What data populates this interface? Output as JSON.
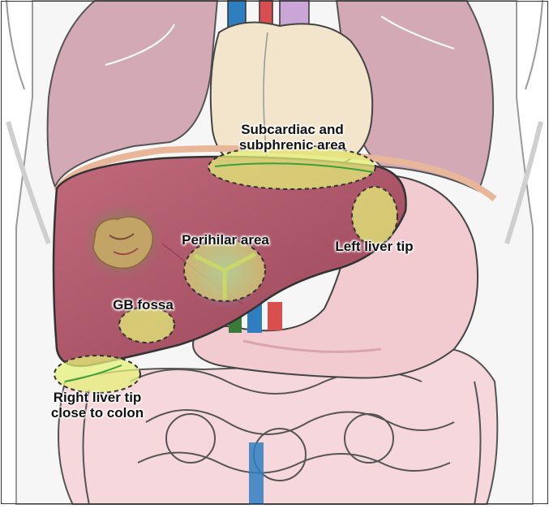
{
  "labels": {
    "subcardiac": [
      "Subcardiac and",
      "subphrenic area"
    ],
    "perihilar": "Perihilar area",
    "left_liver_tip": "Left liver tip",
    "gb_fossa": "GB fossa",
    "right_liver_tip": [
      "Right liver tip",
      "close to colon"
    ]
  },
  "colors": {
    "liver": "#b0566a",
    "lung": "#d4a8b5",
    "heart": "#f3e6cc",
    "stomach": "#f2cdd2",
    "intestine": "#f6d8db",
    "skin": "#f4f4f4",
    "highlight": "#e4f07a",
    "tumor": "#b89a5a"
  }
}
